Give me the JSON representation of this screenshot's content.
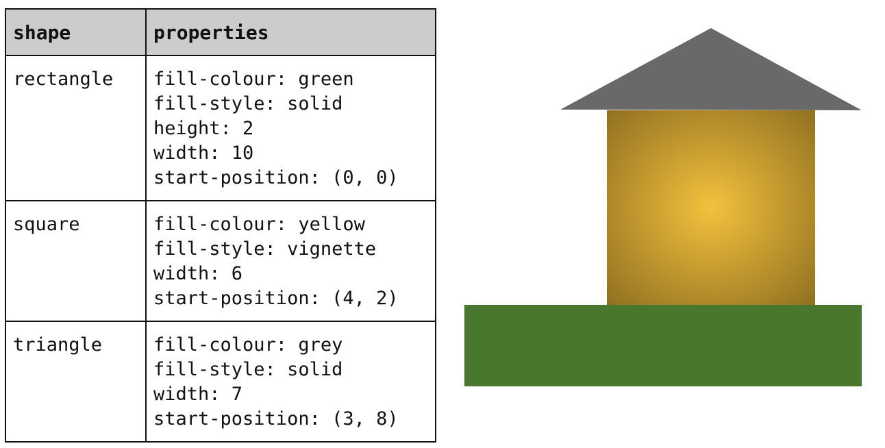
{
  "table": {
    "headers": {
      "shape": "shape",
      "properties": "properties"
    },
    "rows": [
      {
        "shape": "rectangle",
        "properties": [
          "fill-colour: green",
          "fill-style: solid",
          "height: 2",
          "width: 10",
          "start-position: (0, 0)"
        ]
      },
      {
        "shape": "square",
        "properties": [
          "fill-colour: yellow",
          "fill-style: vignette",
          "width: 6",
          "start-position: (4, 2)"
        ]
      },
      {
        "shape": "triangle",
        "properties": [
          "fill-colour: grey",
          "fill-style: solid",
          "width: 7",
          "start-position: (3, 8)"
        ]
      }
    ]
  },
  "colors": {
    "green": "#48772d",
    "yellow_center": "#f3c13d",
    "yellow_edge": "#8a6b1f",
    "grey": "#696969"
  }
}
